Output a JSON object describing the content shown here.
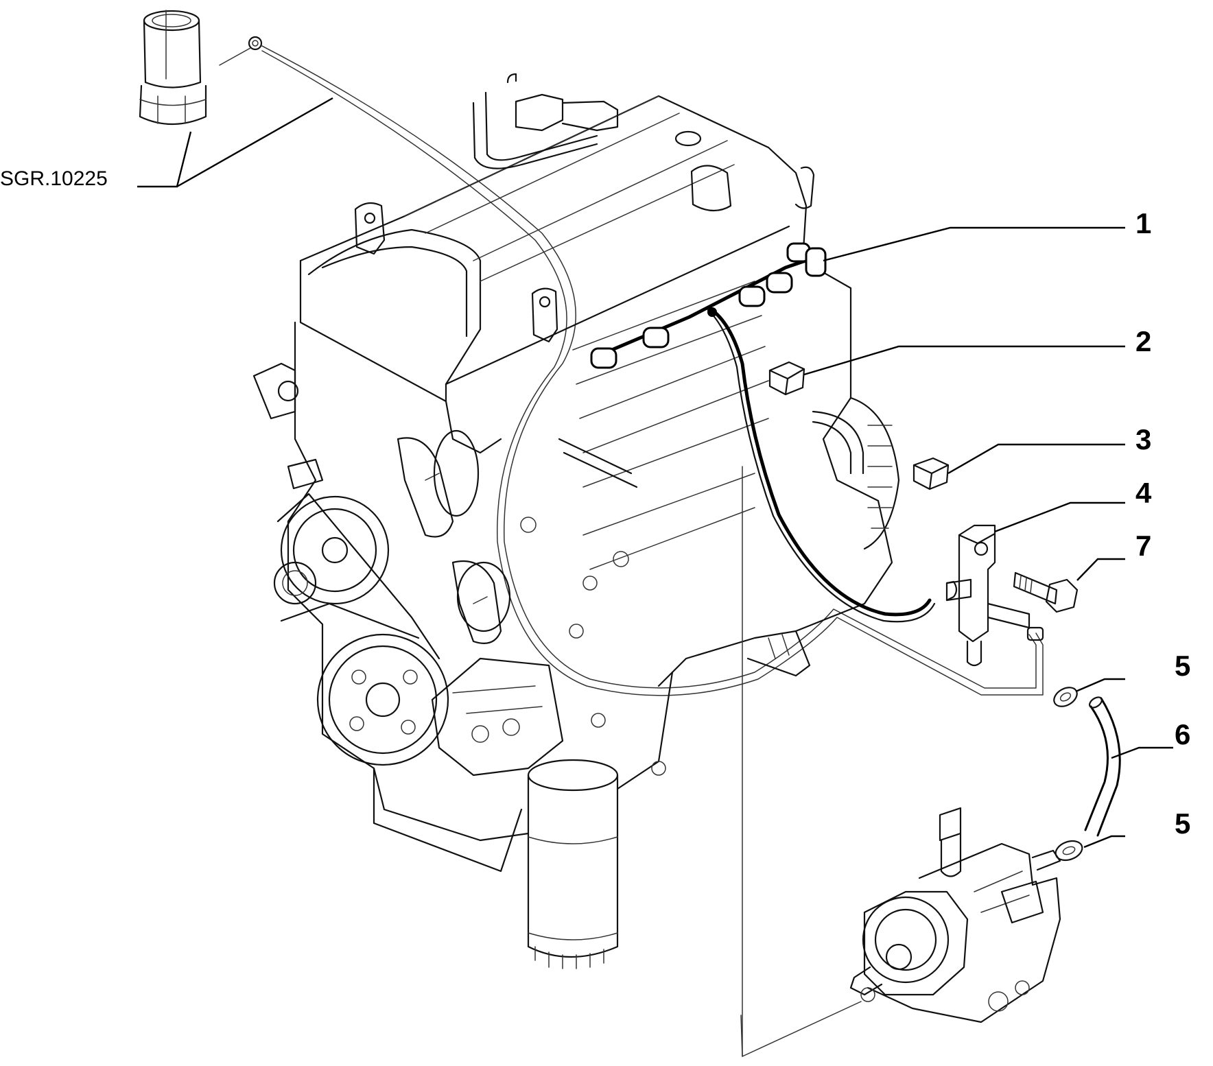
{
  "reference_label": "SGR.10225",
  "callouts": [
    {
      "id": "1",
      "label": "1"
    },
    {
      "id": "2",
      "label": "2"
    },
    {
      "id": "3",
      "label": "3"
    },
    {
      "id": "4",
      "label": "4"
    },
    {
      "id": "7",
      "label": "7"
    },
    {
      "id": "5a",
      "label": "5"
    },
    {
      "id": "6",
      "label": "6"
    },
    {
      "id": "5b",
      "label": "5"
    }
  ]
}
